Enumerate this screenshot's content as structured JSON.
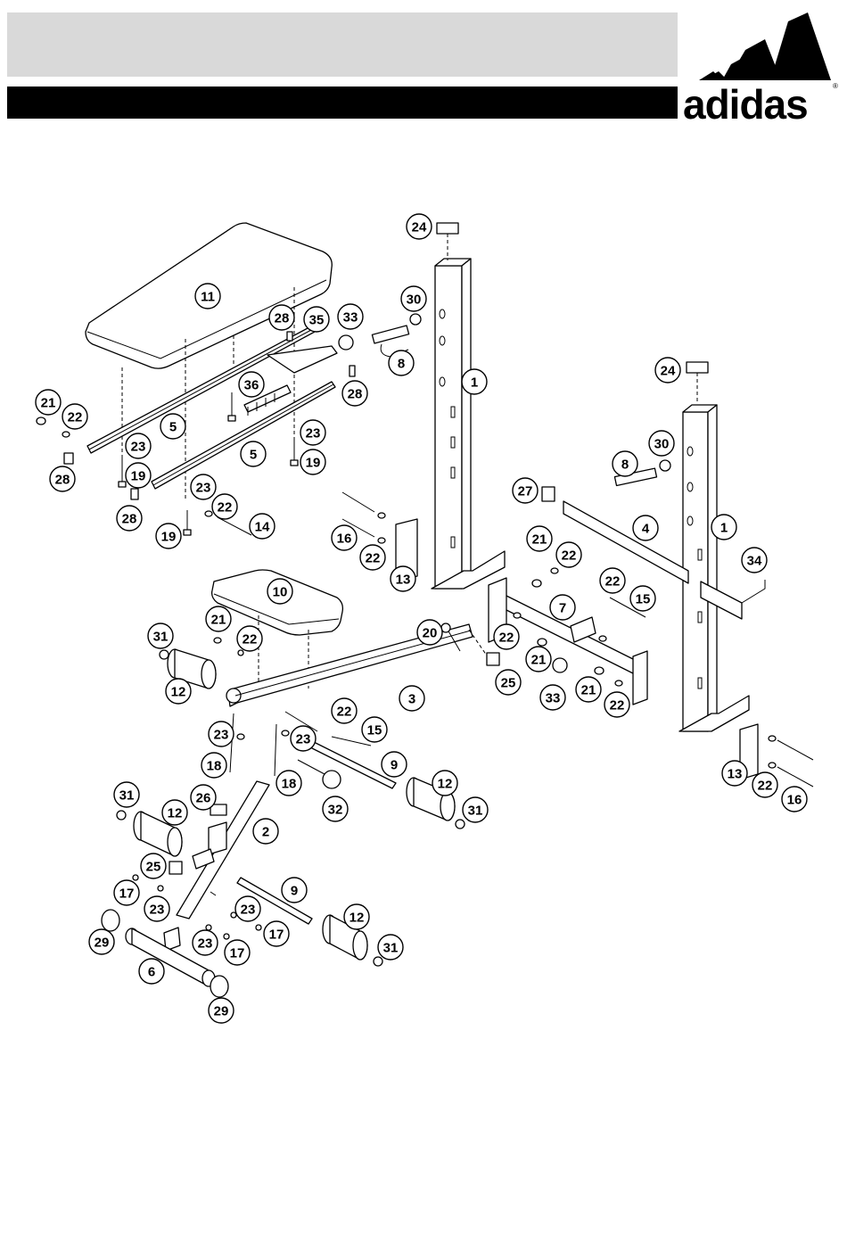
{
  "brand": {
    "name": "adidas",
    "registered_mark": "®"
  },
  "callouts": [
    {
      "id": "c24a",
      "label": "24"
    },
    {
      "id": "c24b",
      "label": "24"
    },
    {
      "id": "c11",
      "label": "11"
    },
    {
      "id": "c30a",
      "label": "30"
    },
    {
      "id": "c28a",
      "label": "28"
    },
    {
      "id": "c35",
      "label": "35"
    },
    {
      "id": "c33a",
      "label": "33"
    },
    {
      "id": "c8a",
      "label": "8"
    },
    {
      "id": "c1a",
      "label": "1"
    },
    {
      "id": "c36",
      "label": "36"
    },
    {
      "id": "c28b",
      "label": "28"
    },
    {
      "id": "c21a",
      "label": "21"
    },
    {
      "id": "c22a",
      "label": "22"
    },
    {
      "id": "c5a",
      "label": "5"
    },
    {
      "id": "c23a",
      "label": "23"
    },
    {
      "id": "c19a",
      "label": "19"
    },
    {
      "id": "c23b",
      "label": "23"
    },
    {
      "id": "c19b",
      "label": "19"
    },
    {
      "id": "c28c",
      "label": "28"
    },
    {
      "id": "c5b",
      "label": "5"
    },
    {
      "id": "c8b",
      "label": "8"
    },
    {
      "id": "c30b",
      "label": "30"
    },
    {
      "id": "c23c",
      "label": "23"
    },
    {
      "id": "c22b",
      "label": "22"
    },
    {
      "id": "c28d",
      "label": "28"
    },
    {
      "id": "c14",
      "label": "14"
    },
    {
      "id": "c19c",
      "label": "19"
    },
    {
      "id": "c27",
      "label": "27"
    },
    {
      "id": "c16a",
      "label": "16"
    },
    {
      "id": "c4",
      "label": "4"
    },
    {
      "id": "c1b",
      "label": "1"
    },
    {
      "id": "c21b",
      "label": "21"
    },
    {
      "id": "c22c",
      "label": "22"
    },
    {
      "id": "c22d",
      "label": "22"
    },
    {
      "id": "c13a",
      "label": "13"
    },
    {
      "id": "c34",
      "label": "34"
    },
    {
      "id": "c22e",
      "label": "22"
    },
    {
      "id": "c15a",
      "label": "15"
    },
    {
      "id": "c10",
      "label": "10"
    },
    {
      "id": "c7",
      "label": "7"
    },
    {
      "id": "c20",
      "label": "20"
    },
    {
      "id": "c21c",
      "label": "21"
    },
    {
      "id": "c31a",
      "label": "31"
    },
    {
      "id": "c22f",
      "label": "22"
    },
    {
      "id": "c22g",
      "label": "22"
    },
    {
      "id": "c21d",
      "label": "21"
    },
    {
      "id": "c12a",
      "label": "12"
    },
    {
      "id": "c3",
      "label": "3"
    },
    {
      "id": "c25a",
      "label": "25"
    },
    {
      "id": "c33b",
      "label": "33"
    },
    {
      "id": "c21e",
      "label": "21"
    },
    {
      "id": "c22h",
      "label": "22"
    },
    {
      "id": "c22i",
      "label": "22"
    },
    {
      "id": "c15b",
      "label": "15"
    },
    {
      "id": "c23d",
      "label": "23"
    },
    {
      "id": "c23e",
      "label": "23"
    },
    {
      "id": "c9a",
      "label": "9"
    },
    {
      "id": "c18a",
      "label": "18"
    },
    {
      "id": "c18b",
      "label": "18"
    },
    {
      "id": "c13b",
      "label": "13"
    },
    {
      "id": "c22j",
      "label": "22"
    },
    {
      "id": "c16b",
      "label": "16"
    },
    {
      "id": "c12b",
      "label": "12"
    },
    {
      "id": "c31b",
      "label": "31"
    },
    {
      "id": "c32",
      "label": "32"
    },
    {
      "id": "c31c",
      "label": "31"
    },
    {
      "id": "c12c",
      "label": "12"
    },
    {
      "id": "c26",
      "label": "26"
    },
    {
      "id": "c2",
      "label": "2"
    },
    {
      "id": "c25b",
      "label": "25"
    },
    {
      "id": "c9b",
      "label": "9"
    },
    {
      "id": "c17a",
      "label": "17"
    },
    {
      "id": "c23f",
      "label": "23"
    },
    {
      "id": "c23g",
      "label": "23"
    },
    {
      "id": "c12d",
      "label": "12"
    },
    {
      "id": "c17b",
      "label": "17"
    },
    {
      "id": "c23h",
      "label": "23"
    },
    {
      "id": "c29a",
      "label": "29"
    },
    {
      "id": "c17c",
      "label": "17"
    },
    {
      "id": "c31d",
      "label": "31"
    },
    {
      "id": "c6",
      "label": "6"
    },
    {
      "id": "c29b",
      "label": "29"
    }
  ]
}
